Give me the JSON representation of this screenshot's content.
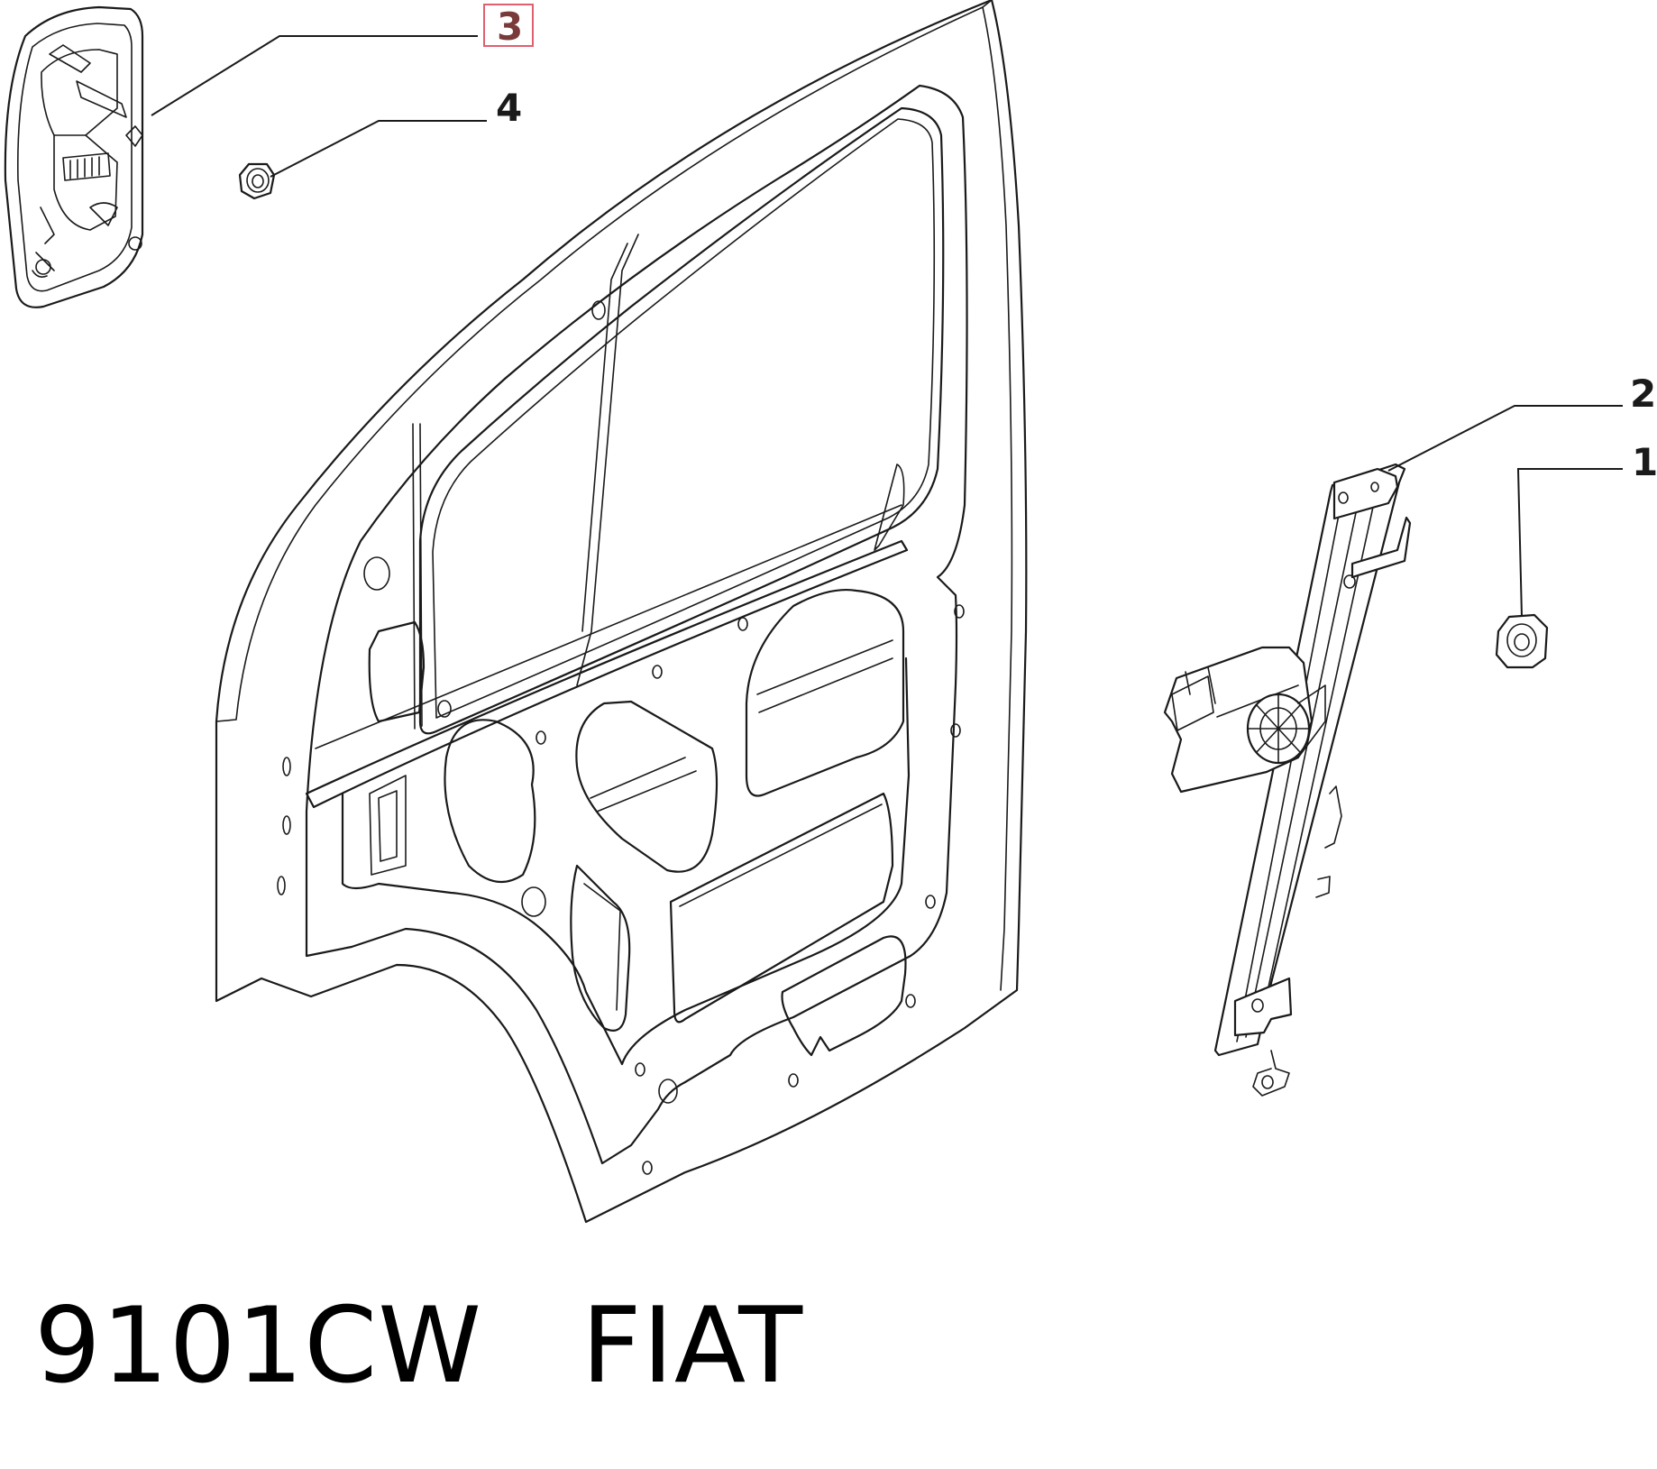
{
  "callouts": {
    "part_1": "1",
    "part_2": "2",
    "part_3": "3",
    "part_4": "4"
  },
  "caption": {
    "part_number": "9101CW",
    "brand": "FIAT"
  },
  "colors": {
    "line": "#1a1a1a",
    "selected_box": "#e06070",
    "selected_text": "#7a3a3a",
    "background": "#ffffff"
  }
}
